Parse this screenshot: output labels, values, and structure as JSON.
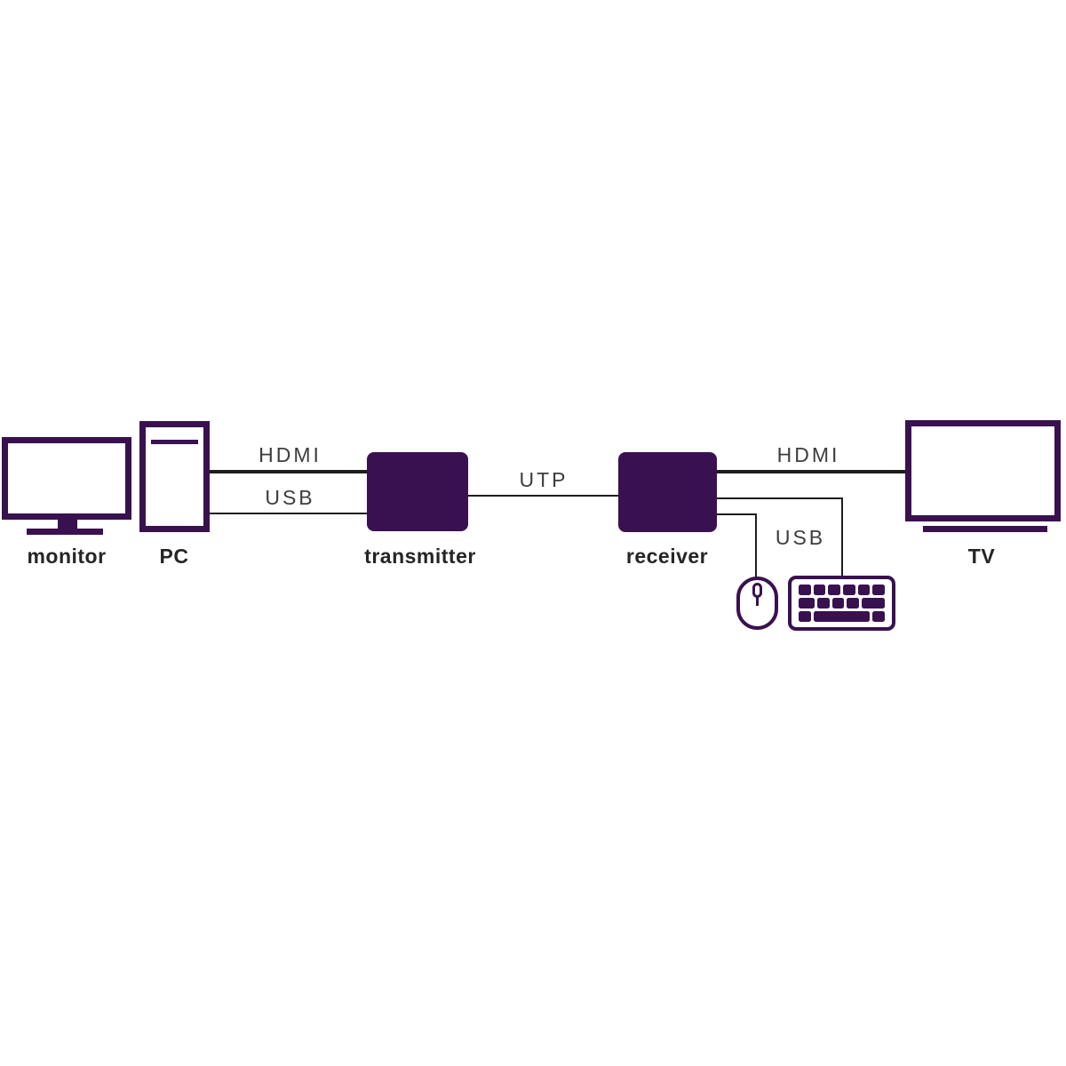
{
  "colors": {
    "purple": "#3a1150",
    "line": "#1d1d1b",
    "device_label": "#252525",
    "connector_label": "#3d3d3d",
    "background": "#ffffff"
  },
  "devices": {
    "monitor": "monitor",
    "pc": "PC",
    "transmitter": "transmitter",
    "receiver": "receiver",
    "tv": "TV"
  },
  "connections": {
    "pc_to_transmitter_video": "HDMI",
    "pc_to_transmitter_data": "USB",
    "transmitter_to_receiver": "UTP",
    "receiver_to_tv": "HDMI",
    "receiver_to_peripherals": "USB"
  },
  "icons": {
    "monitor": "monitor-icon",
    "pc": "pc-tower-icon",
    "transmitter": "transmitter-box",
    "receiver": "receiver-box",
    "tv": "tv-icon",
    "mouse": "mouse-icon",
    "keyboard": "keyboard-icon"
  }
}
